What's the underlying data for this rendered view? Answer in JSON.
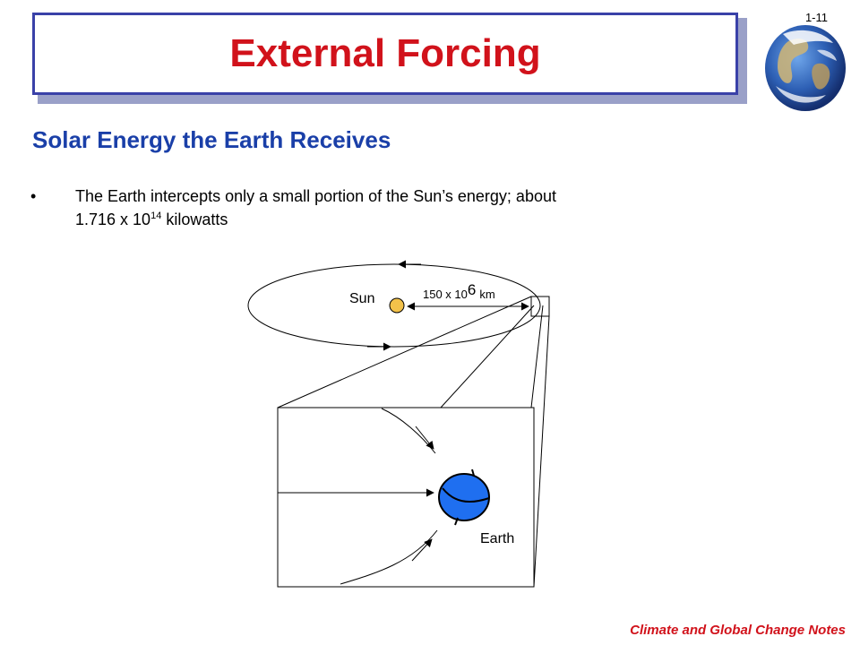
{
  "slide": {
    "number": "1-11",
    "title": "External Forcing",
    "subtitle": "Solar Energy the Earth Receives",
    "bullet": {
      "mark": "•",
      "text_before": "The Earth intercepts only a small portion of the Sun’s energy; about",
      "value_base": "1.716 x 10",
      "value_exponent": "14",
      "unit": "kilowatts"
    },
    "footer": "Climate and Global Change Notes"
  },
  "diagram": {
    "sun_label": "Sun",
    "distance_base": "150 x 10",
    "distance_exponent": "6",
    "distance_unit": "km",
    "earth_label": "Earth",
    "colors": {
      "sun": "#f3c24a",
      "earth": "#1f6ff0",
      "line": "#000000"
    }
  },
  "icons": {
    "earth_logo": "earth-globe-icon"
  }
}
